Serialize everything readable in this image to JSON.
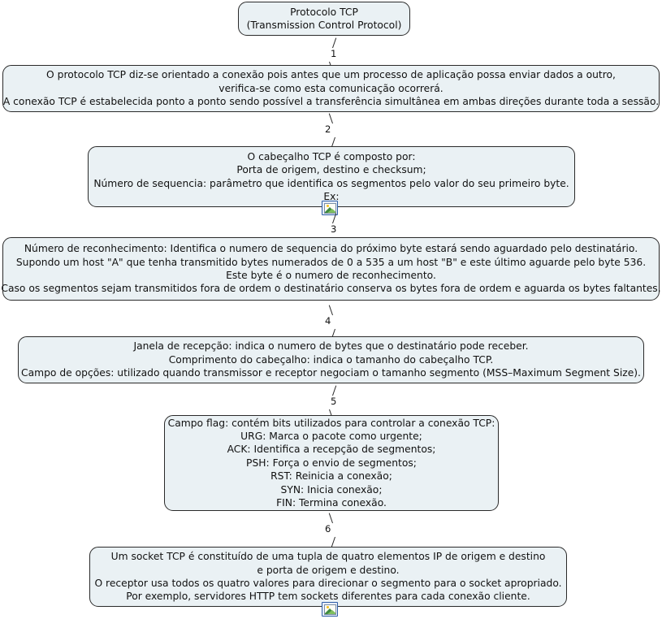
{
  "diagram": {
    "title": "Protocolo TCP",
    "language": "pt-BR",
    "style": {
      "node_fill": "#eaf1f4",
      "node_border": "#2a2a2a",
      "text_color": "#111111",
      "background": "#ffffff",
      "icon_border": "#2f5fa8"
    },
    "nodes": [
      {
        "id": "node-0",
        "name": "protocolo-tcp-title-node",
        "lines": [
          "Protocolo TCP",
          "(Transmission Control Protocol)"
        ]
      },
      {
        "id": "node-1",
        "name": "orientado-a-conexao-node",
        "lines": [
          "O protocolo TCP diz-se orientado a conexão pois antes que um processo de aplicação possa enviar dados a outro,",
          "verifica-se como esta comunicação ocorrerá.",
          "A conexão TCP é estabelecida ponto a ponto sendo possível a transferência simultânea em ambas direções durante toda a sessão."
        ]
      },
      {
        "id": "node-2",
        "name": "cabecalho-tcp-node",
        "lines": [
          "O cabeçalho TCP é composto por:",
          "Porta de origem, destino e checksum;",
          "Número de sequencia: parâmetro que identifica os segmentos pelo valor do seu primeiro byte.",
          "Ex:"
        ],
        "icon": "picture-icon"
      },
      {
        "id": "node-3",
        "name": "numero-de-reconhecimento-node",
        "lines": [
          "Número de reconhecimento: Identifica o numero de sequencia do próximo byte estará sendo aguardado pelo destinatário.",
          "Supondo um host \"A\" que tenha transmitido bytes numerados de 0 a 535 a um host \"B\" e este último aguarde pelo byte 536.",
          "Este byte é o numero de reconhecimento.",
          "Caso os segmentos sejam transmitidos fora de ordem o destinatário conserva os bytes fora de ordem e aguarda os bytes faltantes."
        ]
      },
      {
        "id": "node-4",
        "name": "janela-de-recepcao-node",
        "lines": [
          "Janela de recepção: indica o numero de bytes que o destinatário pode receber.",
          "Comprimento do cabeçalho: indica o tamanho do cabeçalho TCP.",
          "Campo de opções: utilizado quando transmissor e receptor negociam o tamanho segmento (MSS–Maximum Segment Size)."
        ]
      },
      {
        "id": "node-5",
        "name": "campo-flag-node",
        "lines": [
          "Campo flag: contém bits utilizados para controlar a conexão TCP:",
          "URG: Marca o pacote como urgente;",
          "ACK: Identifica a recepção de segmentos;",
          "PSH: Força o envio de segmentos;",
          "RST: Reinicia a conexão;",
          "SYN: Inicia conexão;",
          "FIN: Termina conexão."
        ]
      },
      {
        "id": "node-6",
        "name": "socket-tcp-node",
        "lines": [
          "Um socket TCP é constituído de uma tupla de quatro elementos IP de origem e destino",
          "e porta de origem e destino.",
          "O receptor usa todos os quatro valores para direcionar o segmento para o socket apropriado.",
          "Por exemplo, servidores HTTP tem sockets diferentes para cada conexão cliente."
        ],
        "icon": "picture-icon"
      }
    ],
    "connectors": [
      {
        "id": "conn-1",
        "label": "1"
      },
      {
        "id": "conn-2",
        "label": "2"
      },
      {
        "id": "conn-3",
        "label": "3"
      },
      {
        "id": "conn-4",
        "label": "4"
      },
      {
        "id": "conn-5",
        "label": "5"
      },
      {
        "id": "conn-6",
        "label": "6"
      }
    ]
  }
}
